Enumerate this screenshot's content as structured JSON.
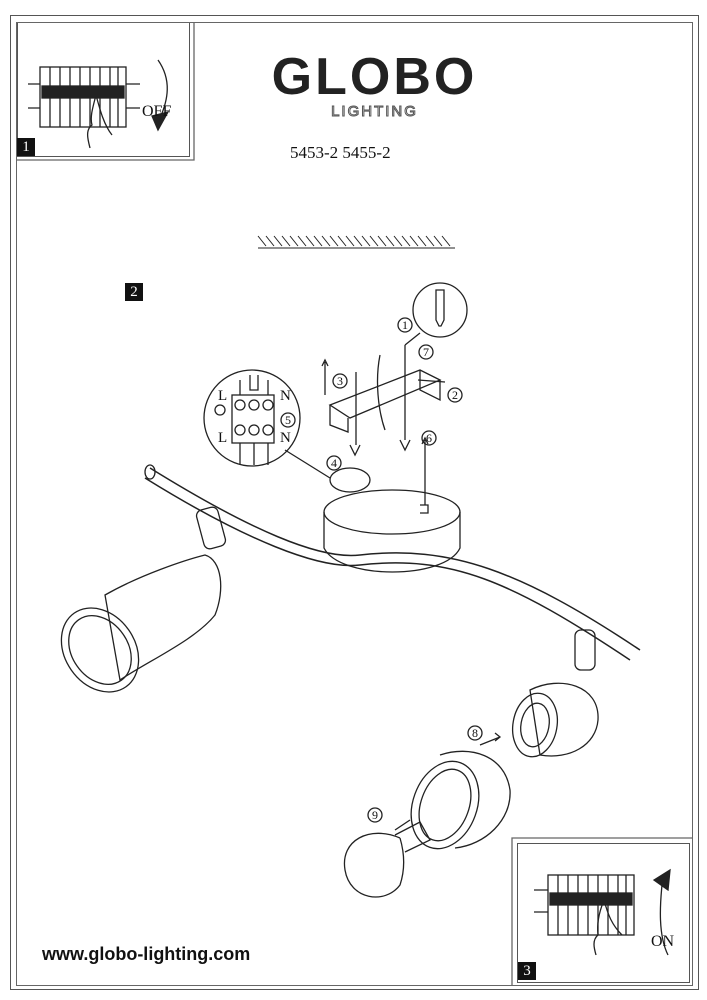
{
  "brand": {
    "name": "GLOBO",
    "sub": "LIGHTING"
  },
  "models": "5453-2 5455-2",
  "steps": [
    {
      "number": "1",
      "label": "OFF"
    },
    {
      "number": "2"
    },
    {
      "number": "3",
      "label": "ON"
    }
  ],
  "callouts": [
    "1",
    "2",
    "3",
    "4",
    "5",
    "6",
    "7",
    "8",
    "9"
  ],
  "terminal_labels": {
    "l_top": "L",
    "n_top": "N",
    "l_bottom": "L",
    "n_bottom": "N"
  },
  "website": "www.globo-lighting.com"
}
